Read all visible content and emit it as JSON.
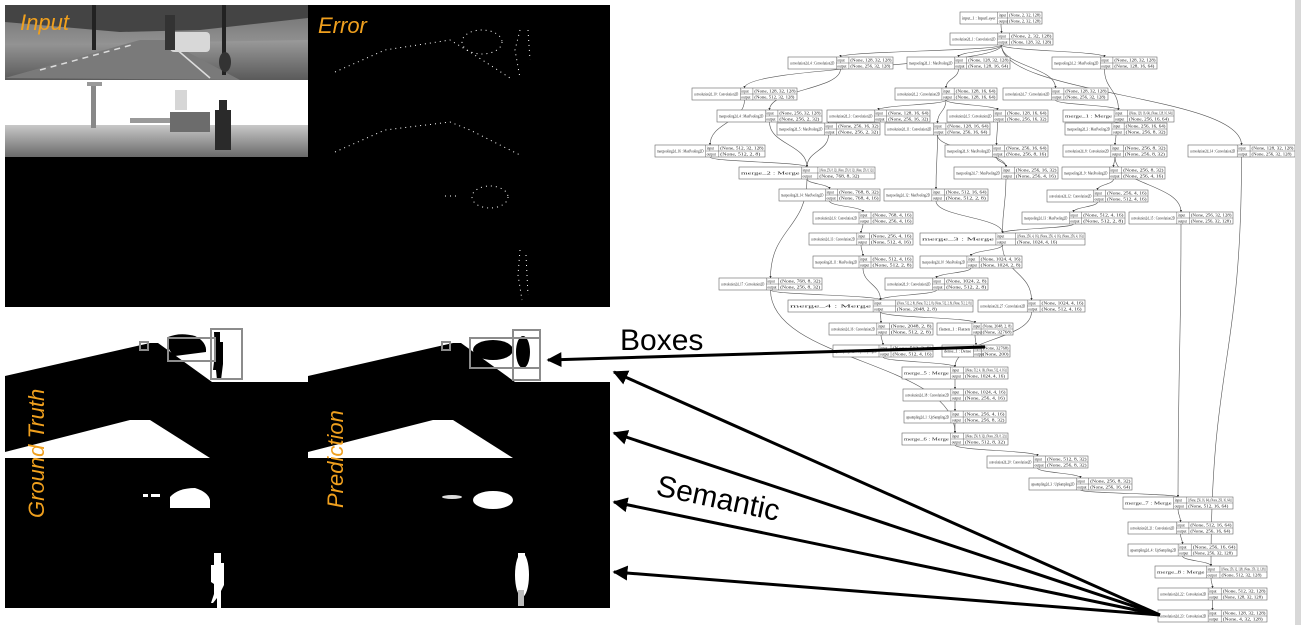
{
  "panels": {
    "input_label": "Input",
    "error_label": "Error",
    "ground_truth_label": "Ground Truth",
    "prediction_label": "Prediction"
  },
  "callouts": {
    "boxes": "Boxes",
    "semantic": "Semantic"
  },
  "colors": {
    "label_orange": "#f0a01e",
    "box_gray": "#8c8c8c"
  },
  "graph": {
    "port_in": "input",
    "port_out": "output",
    "nodes": [
      {
        "name": "input_1 : InputLayer",
        "in": "(None, 2, 32, 128)",
        "out": "(None, 2, 32, 128)"
      },
      {
        "name": "convolution2d_1 : Convolution2D",
        "in": "(None, 2, 32, 128)",
        "out": "(None, 128, 32, 128)"
      },
      {
        "name": "convolution2d_4 : Convolution2D",
        "in": "(None, 128, 32, 128)",
        "out": "(None, 256, 32, 128)"
      },
      {
        "name": "maxpooling2d_1 : MaxPooling2D",
        "in": "(None, 128, 32, 128)",
        "out": "(None, 128, 16, 64)"
      },
      {
        "name": "maxpooling2d_2 : MaxPooling2D",
        "in": "(None, 128, 32, 128)",
        "out": "(None, 128, 16, 64)"
      },
      {
        "name": "convolution2d_10 : Convolution2D",
        "in": "(None, 128, 32, 128)",
        "out": "(None, 512, 32, 128)"
      },
      {
        "name": "convolution2d_2 : Convolution2D",
        "in": "(None, 128, 16, 64)",
        "out": "(None, 128, 16, 64)"
      },
      {
        "name": "convolution2d_7 : Convolution2D",
        "in": "(None, 128, 32, 128)",
        "out": "(None, 256, 32, 128)"
      },
      {
        "name": "maxpooling2d_4 : MaxPooling2D",
        "in": "(None, 256, 32, 128)",
        "out": "(None, 256, 2, 32)"
      },
      {
        "name": "convolution2d_3 : Convolution2D",
        "in": "(None, 128, 16, 64)",
        "out": "(None, 256, 16, 32)"
      },
      {
        "name": "convolution2d_5 : Convolution2D",
        "in": "(None, 128, 16, 64)",
        "out": "(None, 256, 16, 32)"
      },
      {
        "name": "merge_1 : Merge",
        "in": "[(None, 128, 16, 64), (None, 128, 16, 64)]",
        "out": "(None, 256, 16, 64)"
      },
      {
        "name": "maxpooling2d_5 : MaxPooling2D",
        "in": "(None, 256, 16, 32)",
        "out": "(None, 256, 2, 32)"
      },
      {
        "name": "convolution2d_11 : Convolution2D",
        "in": "(None, 128, 16, 64)",
        "out": "(None, 256, 16, 64)"
      },
      {
        "name": "maxpooling2d_3 : MaxPooling2D",
        "in": "(None, 256, 16, 64)",
        "out": "(None, 256, 8, 32)"
      },
      {
        "name": "maxpooling2d_16 : MaxPooling2D",
        "in": "(None, 512, 32, 128)",
        "out": "(None, 512, 2, 8)"
      },
      {
        "name": "maxpooling2d_6 : MaxPooling2D",
        "in": "(None, 256, 16, 64)",
        "out": "(None, 256, 8, 16)"
      },
      {
        "name": "convolution2d_8 : Convolution2D",
        "in": "(None, 256, 8, 32)",
        "out": "(None, 256, 8, 32)"
      },
      {
        "name": "convolution2d_14 : Convolution2D",
        "in": "(None, 128, 32, 128)",
        "out": "(None, 256, 32, 128)"
      },
      {
        "name": "merge_2 : Merge",
        "in": "[(None, 256, 8, 32), (None, 256, 8, 32), (None, 256, 8, 32)]",
        "out": "(None, 768, 8, 32)"
      },
      {
        "name": "maxpooling2d_7 : MaxPooling2D",
        "in": "(None, 256, 16, 32)",
        "out": "(None, 256, 4, 16)"
      },
      {
        "name": "maxpooling2d_9 : MaxPooling2D",
        "in": "(None, 256, 8, 32)",
        "out": "(None, 256, 4, 16)"
      },
      {
        "name": "maxpooling2d_14 : MaxPooling2D",
        "in": "(None, 768, 8, 32)",
        "out": "(None, 768, 4, 16)"
      },
      {
        "name": "maxpooling2d_12 : MaxPooling2D",
        "in": "(None, 512, 16, 64)",
        "out": "(None, 512, 2, 8)"
      },
      {
        "name": "convolution2d_12 : Convolution2D",
        "in": "(None, 256, 4, 16)",
        "out": "(None, 512, 4, 16)"
      },
      {
        "name": "convolution2d_6 : Convolution2D",
        "in": "(None, 768, 4, 16)",
        "out": "(None, 256, 4, 16)"
      },
      {
        "name": "maxpooling2d_13 : MaxPooling2D",
        "in": "(None, 512, 4, 16)",
        "out": "(None, 512, 2, 8)"
      },
      {
        "name": "convolution2d_15 : Convolution2D",
        "in": "(None, 256, 32, 128)",
        "out": "(None, 256, 32, 128)"
      },
      {
        "name": "convolution2d_13 : Convolution2D",
        "in": "(None, 256, 4, 16)",
        "out": "(None, 512, 4, 16)"
      },
      {
        "name": "merge_3 : Merge",
        "in": "[(None, 256, 4, 16), (None, 256, 4, 16), (None, 256, 4, 16)]",
        "out": "(None, 1024, 4, 16)"
      },
      {
        "name": "maxpooling2d_11 : MaxPooling2D",
        "in": "(None, 512, 4, 16)",
        "out": "(None, 512, 2, 8)"
      },
      {
        "name": "maxpooling2d_10 : MaxPooling2D",
        "in": "(None, 1024, 4, 16)",
        "out": "(None, 1024, 2, 8)"
      },
      {
        "name": "convolution2d_17 : Convolution2D",
        "in": "(None, 768, 8, 32)",
        "out": "(None, 256, 8, 32)"
      },
      {
        "name": "convolution2d_9 : Convolution2D",
        "in": "(None, 1024, 2, 8)",
        "out": "(None, 512, 2, 8)"
      },
      {
        "name": "merge_4 : Merge",
        "in": "[(None, 512, 2, 8), (None, 512, 2, 8), (None, 512, 2, 8), (None, 512, 2, 8)]",
        "out": "(None, 2048, 2, 8)"
      },
      {
        "name": "convolution2d_27 : Convolution2D",
        "in": "(None, 1024, 4, 16)",
        "out": "(None, 512, 4, 16)"
      },
      {
        "name": "convolution2d_16 : Convolution2D",
        "in": "(None, 2048, 2, 8)",
        "out": "(None, 512, 2, 8)"
      },
      {
        "name": "flatten_1 : Flatten",
        "in": "(None, 2048, 2, 8)",
        "out": "(None, 32768)"
      },
      {
        "name": "upsampling2d_2 : UpSampling2D",
        "in": "(None, 512, 2, 8)",
        "out": "(None, 512, 4, 16)"
      },
      {
        "name": "dense_1 : Dense",
        "in": "(None, 32768)",
        "out": "(None, 200)"
      },
      {
        "name": "merge_5 : Merge",
        "in": "[(None, 512, 4, 16), (None, 512, 4, 16)]",
        "out": "(None, 1024, 4, 16)"
      },
      {
        "name": "convolution2d_18 : Convolution2D",
        "in": "(None, 1024, 4, 16)",
        "out": "(None, 256, 4, 16)"
      },
      {
        "name": "upsampling2d_1 : UpSampling2D",
        "in": "(None, 256, 4, 16)",
        "out": "(None, 256, 8, 32)"
      },
      {
        "name": "merge_6 : Merge",
        "in": "[(None, 256, 8, 32), (None, 256, 8, 32)]",
        "out": "(None, 512, 8, 32)"
      },
      {
        "name": "convolution2d_20 : Convolution2D",
        "in": "(None, 512, 8, 32)",
        "out": "(None, 256, 8, 32)"
      },
      {
        "name": "upsampling2d_3 : UpSampling2D",
        "in": "(None, 256, 8, 32)",
        "out": "(None, 256, 16, 64)"
      },
      {
        "name": "merge_7 : Merge",
        "in": "[(None, 256, 16, 64), (None, 256, 16, 64)]",
        "out": "(None, 512, 16, 64)"
      },
      {
        "name": "convolution2d_21 : Convolution2D",
        "in": "(None, 512, 16, 64)",
        "out": "(None, 256, 16, 64)"
      },
      {
        "name": "upsampling2d_4 : UpSampling2D",
        "in": "(None, 256, 16, 64)",
        "out": "(None, 256, 32, 128)"
      },
      {
        "name": "merge_8 : Merge",
        "in": "[(None, 256, 32, 128), (None, 256, 32, 128)]",
        "out": "(None, 512, 32, 128)"
      },
      {
        "name": "convolution2d_22 : Convolution2D",
        "in": "(None, 512, 32, 128)",
        "out": "(None, 128, 32, 128)"
      },
      {
        "name": "convolution2d_23 : Convolution2D",
        "in": "(None, 128, 32, 128)",
        "out": "(None, 4, 32, 128)"
      }
    ]
  }
}
